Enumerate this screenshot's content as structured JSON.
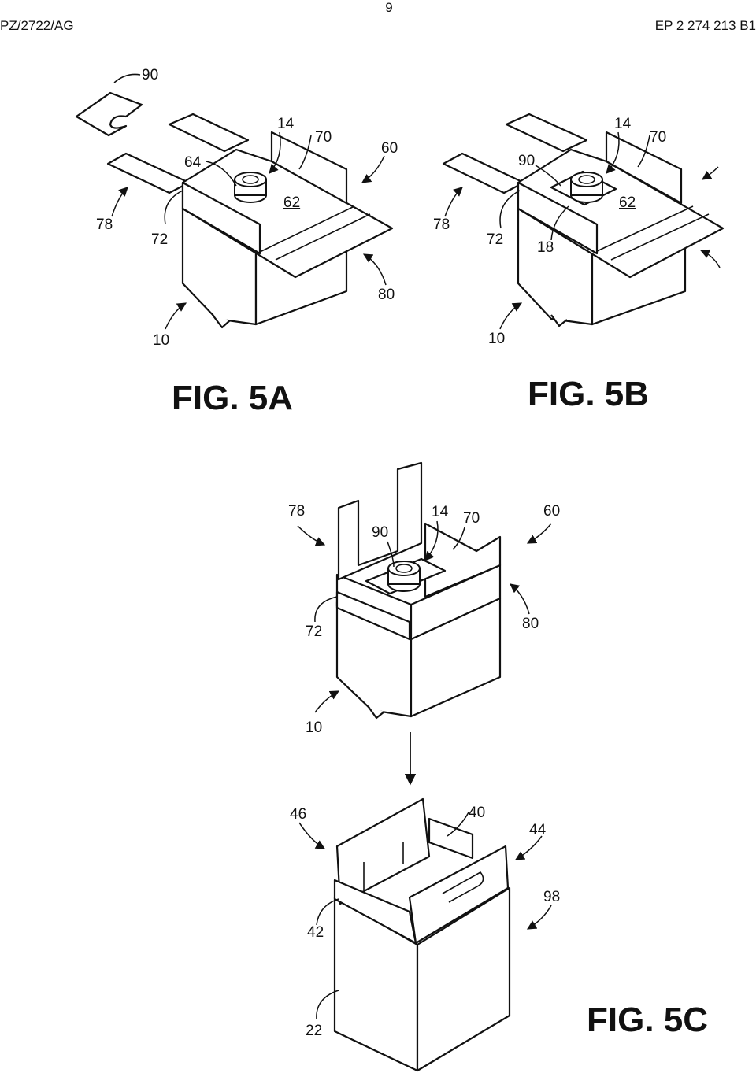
{
  "header": {
    "left": "PZ/2722/AG",
    "page_number": "9",
    "right": "EP 2 274 213 B1"
  },
  "figures": {
    "fig5a": {
      "caption": "FIG. 5A",
      "labels": {
        "l90": "90",
        "l14": "14",
        "l70": "70",
        "l64": "64",
        "l60": "60",
        "l62": "62",
        "l78": "78",
        "l72": "72",
        "l80": "80",
        "l10": "10"
      }
    },
    "fig5b": {
      "caption": "FIG. 5B",
      "labels": {
        "l14": "14",
        "l70": "70",
        "l90": "90",
        "l62": "62",
        "l78": "78",
        "l72": "72",
        "l18": "18",
        "l10": "10"
      }
    },
    "fig5c": {
      "caption": "FIG. 5C",
      "labels": {
        "l78": "78",
        "l14": "14",
        "l70": "70",
        "l60": "60",
        "l90": "90",
        "l72": "72",
        "l80": "80",
        "l10": "10",
        "l46": "46",
        "l40": "40",
        "l44": "44",
        "l98": "98",
        "l42": "42",
        "l22": "22"
      }
    }
  }
}
